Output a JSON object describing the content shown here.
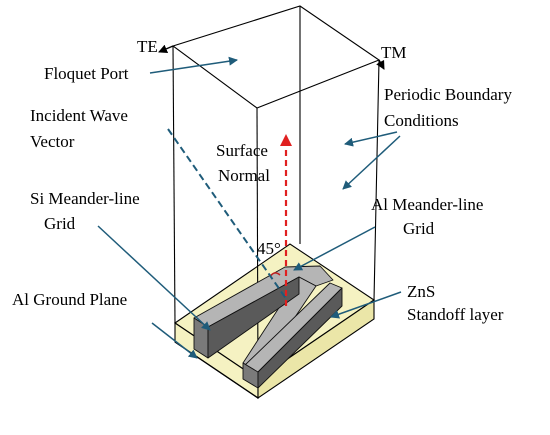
{
  "labels": {
    "te": "TE",
    "tm": "TM",
    "floquet_port": "Floquet Port",
    "incident_1": "Incident Wave",
    "incident_2": "Vector",
    "surface_1": "Surface",
    "surface_2": "Normal",
    "periodic_1": "Periodic Boundary",
    "periodic_2": "Conditions",
    "si_1": "Si Meander-line",
    "si_2": "Grid",
    "al_1": "Al Meander-line",
    "al_2": "Grid",
    "angle": "45°",
    "ground": "Al Ground Plane",
    "zns_1": "ZnS",
    "zns_2": "Standoff layer"
  },
  "colors": {
    "outline": "#000000",
    "pointer_arrow": "#1f5c7a",
    "incident_dash": "#1f5c7a",
    "surface_normal": "#e02020",
    "standoff_fill": "#f5f2c2",
    "standoff_side": "#ebe6a8",
    "wall_front": "#7a7a7a",
    "wall_top": "#b5b5b5",
    "wall_side": "#5a5a5a"
  }
}
